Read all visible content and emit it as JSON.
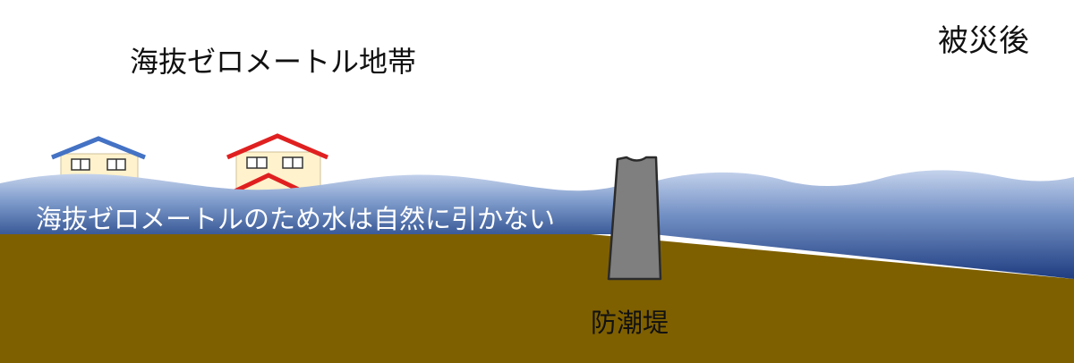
{
  "labels": {
    "region_title": "海抜ゼロメートル地帯",
    "state": "被災後",
    "water_note": "海抜ゼロメートルのため水は自然に引かない",
    "seawall": "防潮堤"
  },
  "colors": {
    "ground": "#7f6000",
    "water_light": "#b4c7e7",
    "water_mid": "#6f8fc6",
    "water_deep": "#2f4f8f",
    "seawall": "#7f7f7f",
    "house_wall": "#fff2cc",
    "house_roof_normal": "#4472c4",
    "house_roof_damaged": "#e02020"
  }
}
